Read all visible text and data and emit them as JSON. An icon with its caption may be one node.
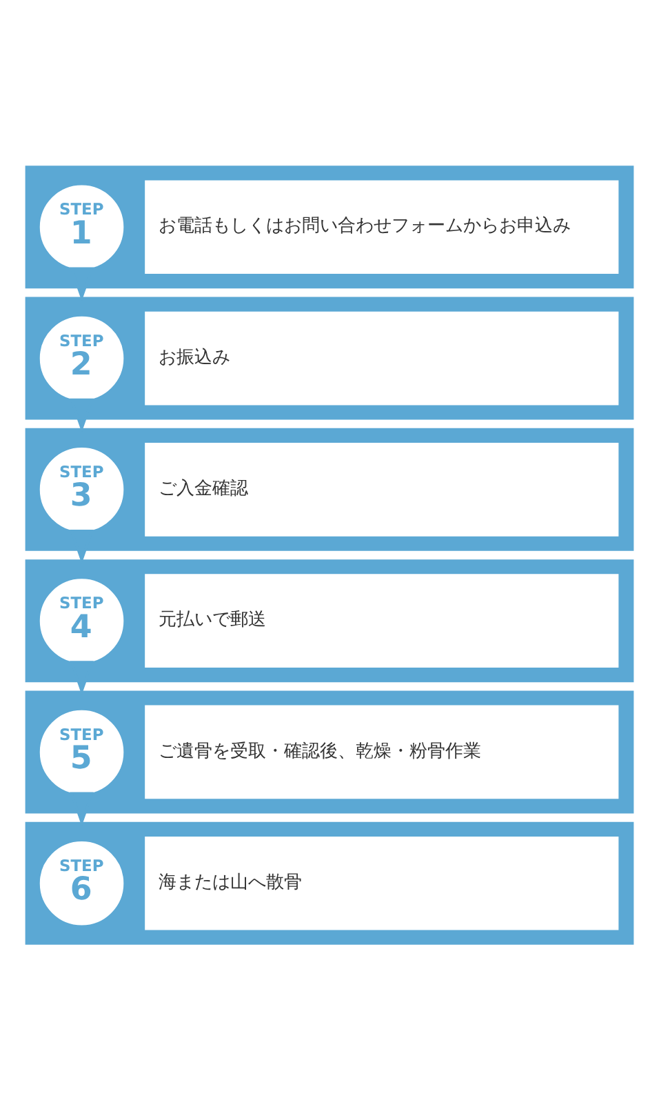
{
  "diagram": {
    "nodes": [
      {
        "text": [],
        "shape": "bar"
      },
      {
        "text": [
          "STEP",
          "1"
        ],
        "in": 0
      },
      {
        "text": [
          "お電話もしくはお問い合わせフォームからお申込み"
        ],
        "in": 0
      },
      {
        "text": [],
        "shape": "bar"
      },
      {
        "text": [
          "STEP",
          "2"
        ],
        "in": 3
      },
      {
        "text": [
          "お振込み"
        ],
        "in": 3
      },
      {
        "text": [],
        "shape": "bar"
      },
      {
        "text": [
          "STEP",
          "3"
        ],
        "in": 6
      },
      {
        "text": [
          "ご入金確認"
        ],
        "in": 6
      },
      {
        "text": [],
        "shape": "bar"
      },
      {
        "text": [
          "STEP",
          "4"
        ],
        "in": 9
      },
      {
        "text": [
          "元払いで郵送"
        ],
        "in": 9
      },
      {
        "text": [],
        "shape": "bar"
      },
      {
        "text": [
          "STEP",
          "5"
        ],
        "in": 12
      },
      {
        "text": [
          "ご遺骨を受取・確認後、乾燥・粉骨作業"
        ],
        "in": 12
      },
      {
        "text": [],
        "shape": "bar"
      },
      {
        "text": [
          "STEP",
          "6"
        ],
        "in": 15
      },
      {
        "text": [
          "海または山へ散骨"
        ],
        "in": 15
      }
    ],
    "edges": [
      {
        "from": 0,
        "to": 3,
        "arrow": "to"
      },
      {
        "from": 3,
        "to": 6,
        "arrow": "to"
      },
      {
        "from": 6,
        "to": 9,
        "arrow": "to"
      },
      {
        "from": 9,
        "to": 12,
        "arrow": "to"
      },
      {
        "from": 12,
        "to": 15,
        "arrow": "to"
      }
    ]
  }
}
